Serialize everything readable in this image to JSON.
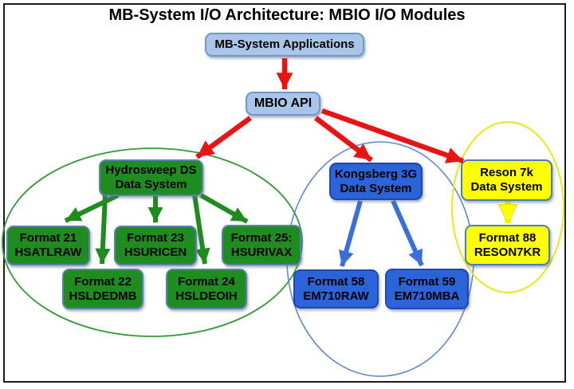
{
  "title": "MB-System I/O Architecture: MBIO I/O Modules",
  "colors": {
    "box_green": "#1f8c1f",
    "box_blue": "#2b63d9",
    "box_yellow": "#ffff00",
    "box_lightblue": "#a9c6e8",
    "arrow_red": "#e81313",
    "arrow_green": "#1f8c1f",
    "arrow_blue": "#3a6fd8",
    "arrow_yellow": "#ffff00",
    "ellipse_green": "#2f9b35",
    "ellipse_blue": "#6186d8",
    "ellipse_yellow": "#ece72c"
  },
  "nodes": {
    "applications": {
      "label": "MB-System Applications"
    },
    "mbio_api": {
      "label": "MBIO API"
    },
    "hydrosweep": {
      "line1": "Hydrosweep DS",
      "line2": "Data System"
    },
    "format21": {
      "line1": "Format 21",
      "line2": "HSATLRAW"
    },
    "format22": {
      "line1": "Format 22",
      "line2": "HSLDEDMB"
    },
    "format23": {
      "line1": "Format 23",
      "line2": "HSURICEN"
    },
    "format24": {
      "line1": "Format 24",
      "line2": "HSLDEOIH"
    },
    "format25": {
      "line1": "Format 25:",
      "line2": "HSURIVAX"
    },
    "kongsberg": {
      "line1": "Kongsberg 3G",
      "line2": "Data System"
    },
    "format58": {
      "line1": "Format 58",
      "line2": "EM710RAW"
    },
    "format59": {
      "line1": "Format 59",
      "line2": "EM710MBA"
    },
    "reson": {
      "line1": "Reson 7k",
      "line2": "Data System"
    },
    "format88": {
      "line1": "Format 88",
      "line2": "RESON7KR"
    }
  }
}
